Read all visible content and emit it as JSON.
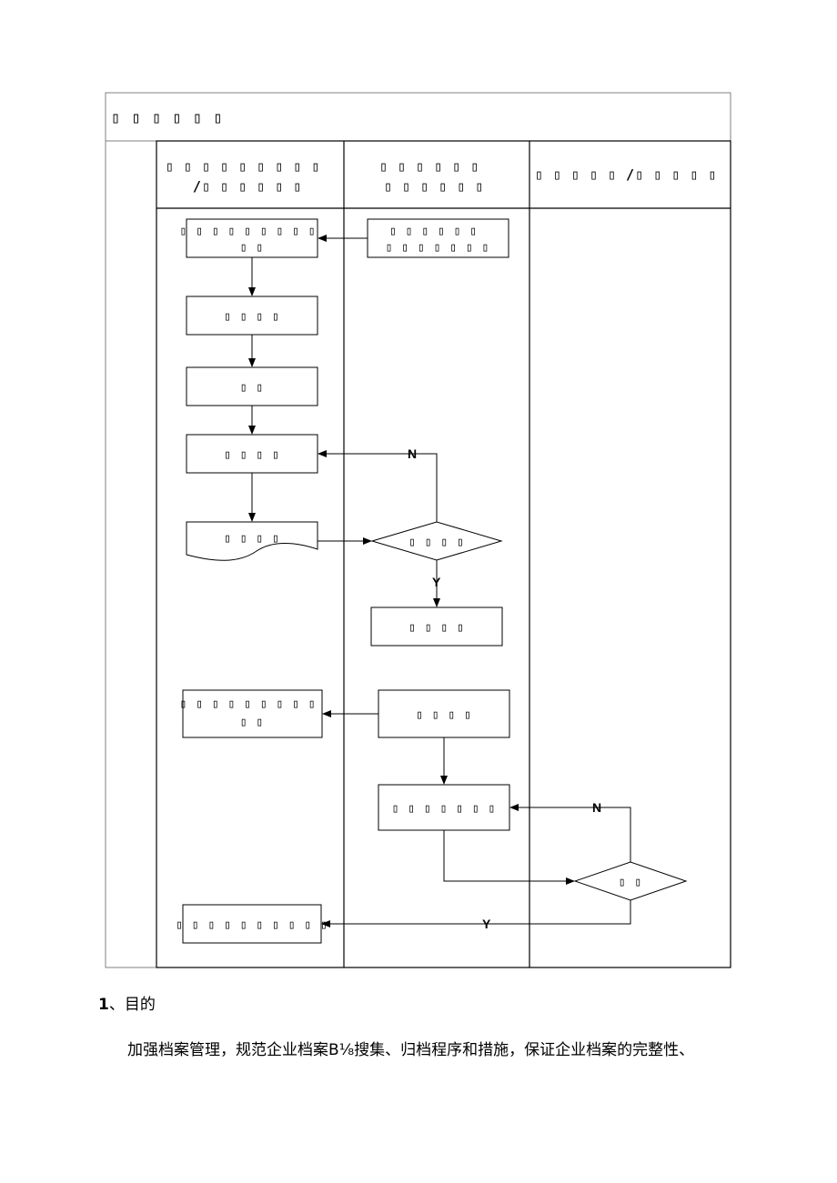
{
  "flowchart": {
    "title": "▯ ▯ ▯ ▯ ▯ ▯",
    "lanes": [
      {
        "lines": [
          "▯ ▯ ▯ ▯ ▯ ▯ ▯ ▯ ▯",
          "/▯ ▯ ▯ ▯ ▯ ▯"
        ]
      },
      {
        "lines": [
          "▯ ▯ ▯ ▯ ▯ ▯",
          "▯ ▯ ▯ ▯ ▯ ▯"
        ]
      },
      {
        "lines": [
          "▯ ▯ ▯ ▯ ▯ /▯ ▯ ▯ ▯ ▯"
        ]
      }
    ],
    "nodes": {
      "receive": {
        "lines": [
          "▯ ▯ ▯ ▯ ▯ ▯ ▯ ▯ ▯",
          "▯ ▯"
        ]
      },
      "source": {
        "lines": [
          "▯ ▯ ▯ ▯ ▯ ▯",
          "▯ ▯ ▯ ▯ ▯ ▯ ▯"
        ]
      },
      "step2": {
        "lines": [
          "▯ ▯ ▯ ▯"
        ]
      },
      "step3": {
        "lines": [
          "▯ ▯"
        ]
      },
      "step4": {
        "lines": [
          "▯ ▯ ▯ ▯"
        ]
      },
      "doc": {
        "lines": [
          "▯ ▯ ▯ ▯"
        ]
      },
      "decision1": {
        "lines": [
          "▯ ▯ ▯ ▯"
        ]
      },
      "archive": {
        "lines": [
          "▯ ▯ ▯ ▯"
        ]
      },
      "borrow_out": {
        "lines": [
          "▯ ▯ ▯ ▯ ▯ ▯ ▯ ▯ ▯",
          "▯ ▯"
        ]
      },
      "borrow_req": {
        "lines": [
          "▯ ▯ ▯ ▯"
        ]
      },
      "register": {
        "lines": [
          "▯ ▯ ▯ ▯ ▯ ▯ ▯"
        ]
      },
      "decision2": {
        "lines": [
          "▯ ▯"
        ]
      },
      "final": {
        "lines": [
          "▯ ▯ ▯ ▯ ▯ ▯ ▯ ▯ ▯ ▯"
        ]
      }
    },
    "labels": {
      "n1": "N",
      "y1": "Y",
      "n2": "N",
      "y2": "Y"
    }
  },
  "section": {
    "number": "1",
    "separator": "、",
    "title": "目的"
  },
  "paragraph": "加强档案管理，规范企业档案B⅛搜集、归档程序和措施，保证企业档案的完整性、"
}
